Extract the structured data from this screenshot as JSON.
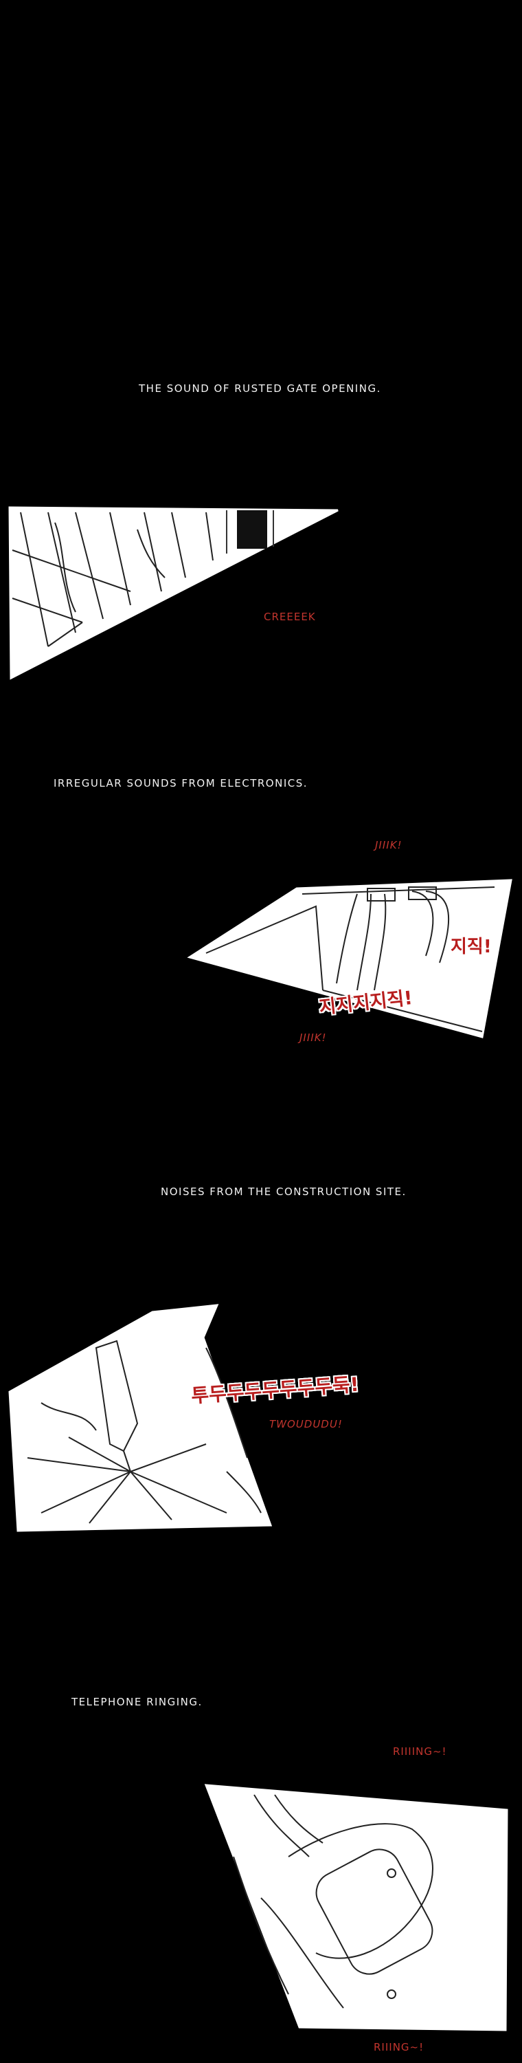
{
  "scenes": [
    {
      "caption": "The sound of rusted gate opening.",
      "sfx": [
        "CREEEEK"
      ]
    },
    {
      "caption": "Irregular sounds from electronics.",
      "sfx": [
        "JIIIK!",
        "지직!",
        "지지지지직!",
        "JIIIK!"
      ]
    },
    {
      "caption": "Noises from the construction site.",
      "sfx": [
        "투두두두두두두두둑!",
        "TWOUDUDU!"
      ]
    },
    {
      "caption": "Telephone ringing.",
      "sfx": [
        "RIIIING~!",
        "RIIING~!"
      ]
    }
  ]
}
